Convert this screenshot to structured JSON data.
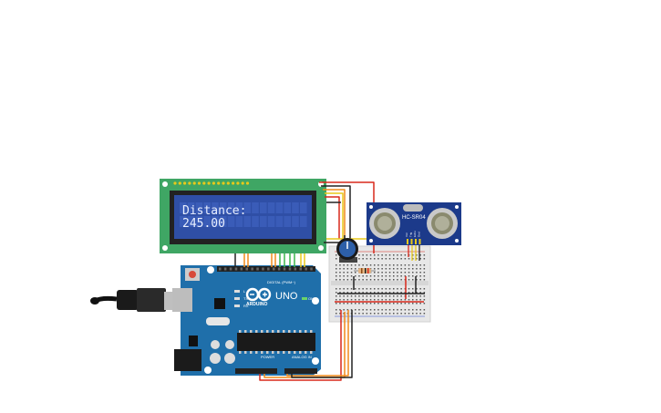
{
  "lcd": {
    "line1": "Distance:",
    "line2": "245.00"
  },
  "arduino": {
    "model": "UNO",
    "brand": "ARDUINO",
    "digital_header": "DIGITAL (PWM~)",
    "power_header": "POWER",
    "analog_header": "ANALOG IN",
    "on_label": "ON",
    "tx_label": "TX",
    "rx_label": "RX",
    "l_label": "L"
  },
  "sensor": {
    "model": "HC-SR04",
    "pins": [
      "Vcc",
      "Trig",
      "Echo",
      "Gnd"
    ]
  },
  "colors": {
    "lcd_pcb": "#3fa664",
    "lcd_screen": "#2f4fa6",
    "arduino_pcb": "#1f6faa",
    "sensor_pcb": "#1c3a8a",
    "breadboard": "#e7e7e7",
    "wire_red": "#d8281c",
    "wire_black": "#222222",
    "wire_orange": "#f08a1a",
    "wire_yellow": "#e8c91a",
    "wire_green": "#3cb54a",
    "pot_knob": "#2d5fa8"
  }
}
